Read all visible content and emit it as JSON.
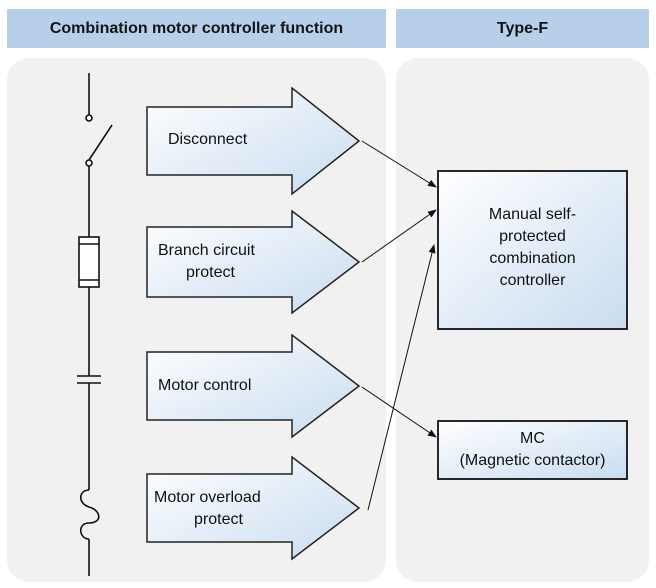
{
  "header": {
    "left_title": "Combination motor controller function",
    "right_title": "Type-F"
  },
  "functions": [
    {
      "line1": "Disconnect",
      "line2": ""
    },
    {
      "line1": "Branch circuit",
      "line2": "protect"
    },
    {
      "line1": "Motor control",
      "line2": ""
    },
    {
      "line1": "Motor overload",
      "line2": "protect"
    }
  ],
  "devices": {
    "manual": {
      "line1": "Manual self-",
      "line2": "protected",
      "line3": "combination",
      "line4": "controller"
    },
    "mc": {
      "line1": "MC",
      "line2": "(Magnetic contactor)"
    }
  },
  "colors": {
    "header_bg": "#b7cfe9",
    "panel_bg": "#f1f1f1",
    "arrow_fill_light": "#ffffff",
    "arrow_fill_dark": "#c9dcf0"
  }
}
